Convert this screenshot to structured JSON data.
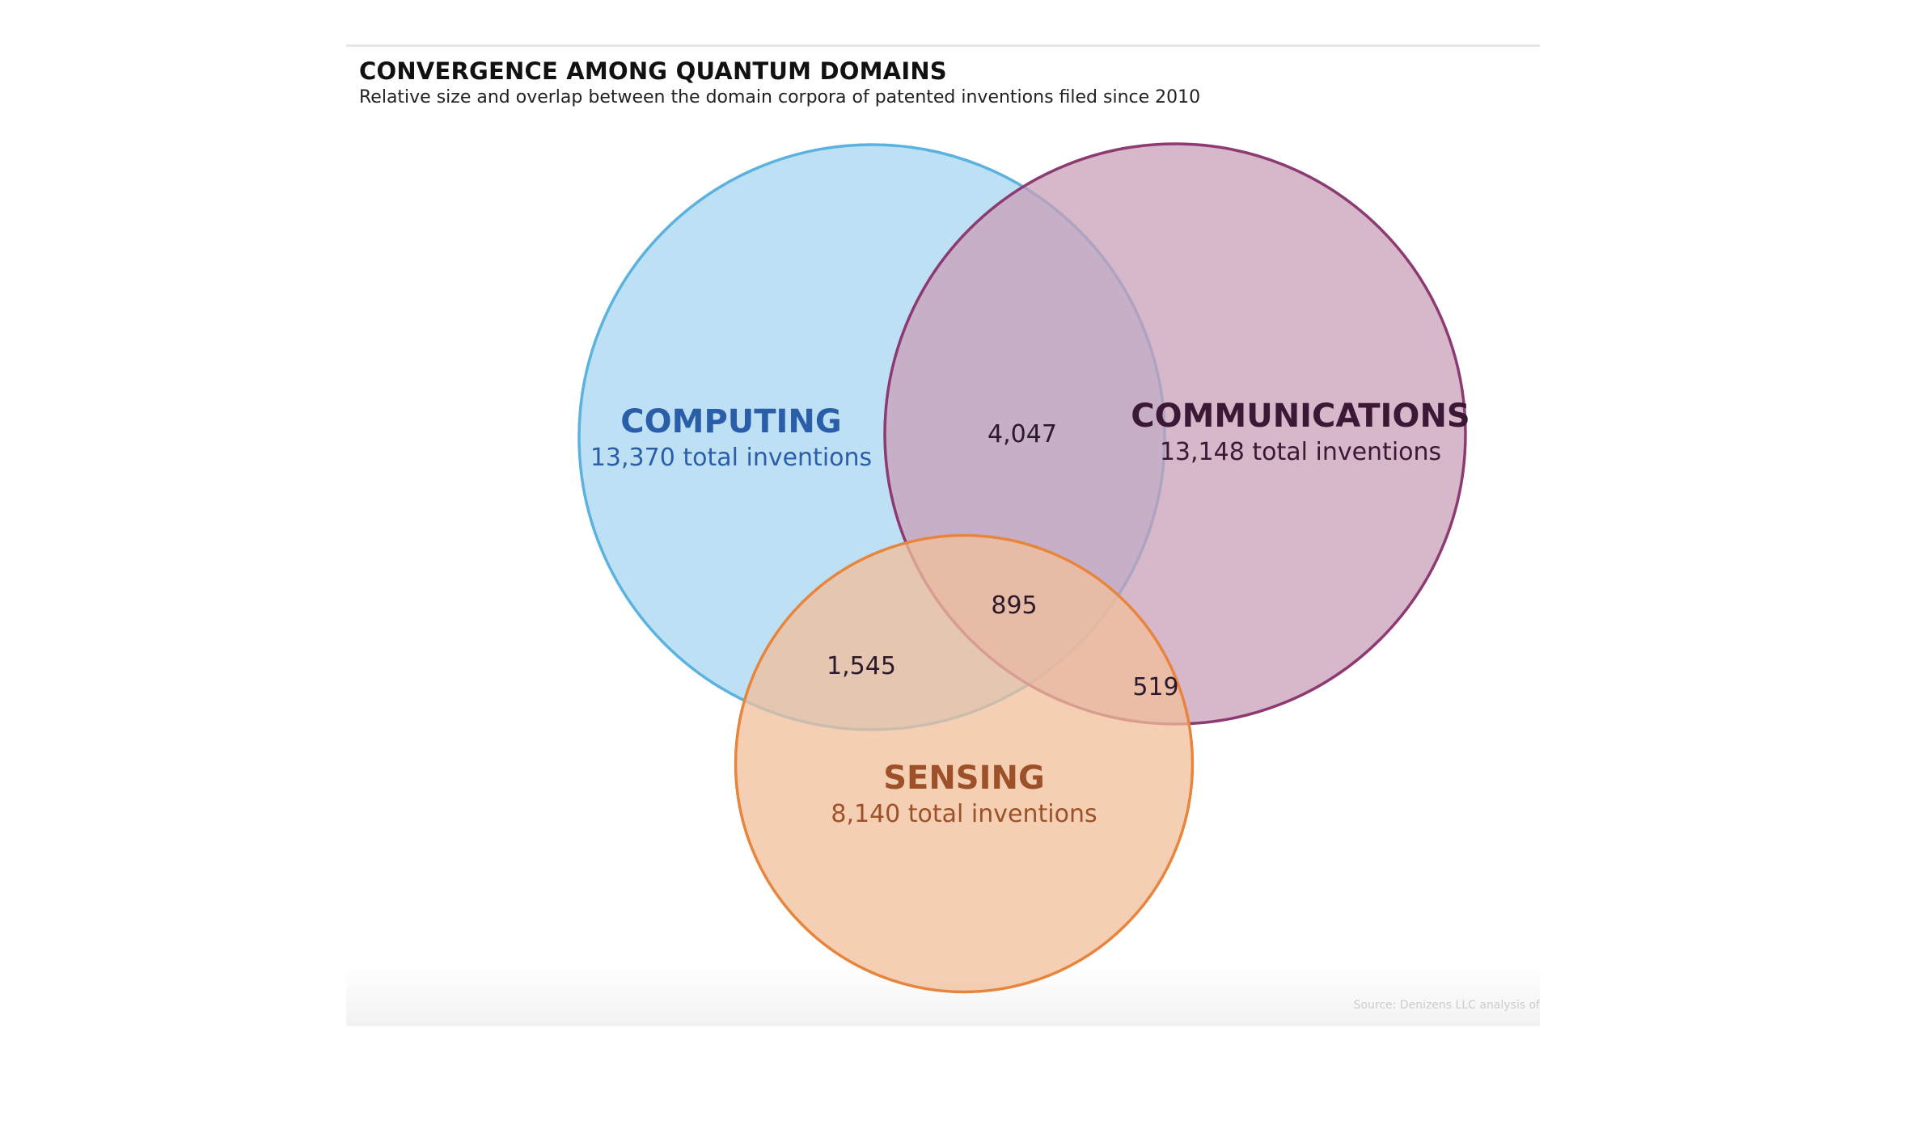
{
  "chart_title": "CONVERGENCE AMONG QUANTUM DOMAINS",
  "chart_subtitle": "Relative size and overlap between the domain corpora of patented inventions filed since 2010",
  "source_note": "Source: Denizens LLC analysis of",
  "chart_data": {
    "type": "venn",
    "title": "CONVERGENCE AMONG QUANTUM DOMAINS",
    "subtitle": "Relative size and overlap between the domain corpora of patented inventions filed since 2010",
    "sets": [
      {
        "id": "computing",
        "name": "COMPUTING",
        "total": 13370,
        "total_label": "13,370 total inventions",
        "fill": "#a8d5f0",
        "stroke": "#5ab2e0",
        "text_color": "#2a5ea8"
      },
      {
        "id": "communications",
        "name": "COMMUNICATIONS",
        "total": 13148,
        "total_label": "13,148 total inventions",
        "fill": "#c99fb8",
        "stroke": "#8e3a72",
        "text_color": "#3b1835"
      },
      {
        "id": "sensing",
        "name": "SENSING",
        "total": 8140,
        "total_label": "8,140 total inventions",
        "fill": "#f2bf9b",
        "stroke": "#e8853d",
        "text_color": "#9c5128"
      }
    ],
    "overlaps": [
      {
        "sets": [
          "computing",
          "communications"
        ],
        "value": 4047,
        "label": "4,047"
      },
      {
        "sets": [
          "computing",
          "sensing"
        ],
        "value": 1545,
        "label": "1,545"
      },
      {
        "sets": [
          "communications",
          "sensing"
        ],
        "value": 519,
        "label": "519"
      },
      {
        "sets": [
          "computing",
          "communications",
          "sensing"
        ],
        "value": 895,
        "label": "895"
      }
    ]
  }
}
